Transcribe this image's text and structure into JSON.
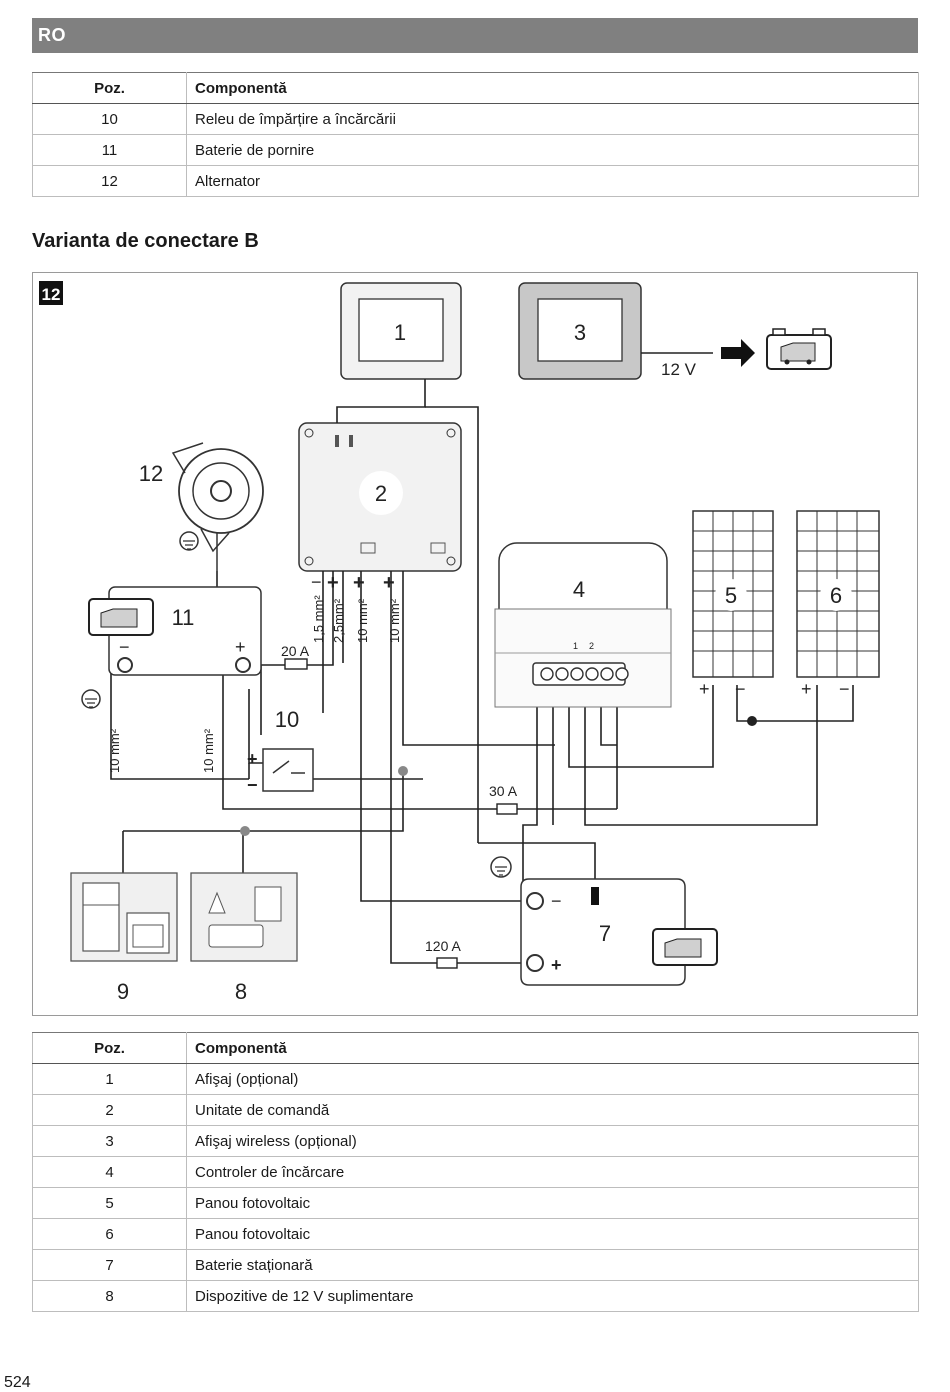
{
  "header": {
    "language": "RO"
  },
  "table_top": {
    "columns": [
      "Poz.",
      "Componentă"
    ],
    "rows": [
      [
        "10",
        "Releu de împărțire a încărcării"
      ],
      [
        "11",
        "Baterie de pornire"
      ],
      [
        "12",
        "Alternator"
      ]
    ]
  },
  "section": {
    "title": "Varianta de conectare B"
  },
  "figure": {
    "number": "12",
    "labels": {
      "c1": "1",
      "c2": "2",
      "c3": "3",
      "c4": "4",
      "c5": "5",
      "c6": "6",
      "c7": "7",
      "c8": "8",
      "c9": "9",
      "c10": "10",
      "c11": "11",
      "c12": "12",
      "volt": "12 V",
      "fuse20": "20 A",
      "fuse30": "30 A",
      "fuse120": "120 A",
      "w15": "1,5 mm²",
      "w25": "2,5mm²",
      "w10a": "10 mm²",
      "w10b": "10 mm²",
      "w10c": "10 mm²",
      "w10d": "10 mm²",
      "plus": "+",
      "minus": "−",
      "t1": "1",
      "t2": "2"
    }
  },
  "table_bottom": {
    "columns": [
      "Poz.",
      "Componentă"
    ],
    "rows": [
      [
        "1",
        "Afişaj (opțional)"
      ],
      [
        "2",
        "Unitate de comandă"
      ],
      [
        "3",
        "Afişaj wireless (opțional)"
      ],
      [
        "4",
        "Controler de încărcare"
      ],
      [
        "5",
        "Panou fotovoltaic"
      ],
      [
        "6",
        "Panou fotovoltaic"
      ],
      [
        "7",
        "Baterie staționară"
      ],
      [
        "8",
        "Dispozitive de 12 V suplimentare"
      ]
    ]
  },
  "footer": {
    "page": "524"
  }
}
